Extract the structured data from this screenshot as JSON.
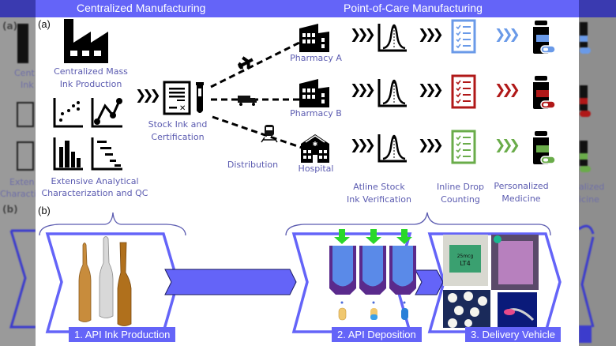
{
  "header": {
    "left_title": "Centralized Manufacturing",
    "right_title": "Point-of-Care Manufacturing"
  },
  "panel_a": {
    "label": "(a)",
    "centralized": {
      "factory_label": "Centralized Mass\nInk Production",
      "factory_line1": "Centralized Mass",
      "factory_line2": "Ink Production",
      "analytics_line1": "Extensive Analytical",
      "analytics_line2": "Characterization and QC",
      "stock_line1": "Stock Ink and",
      "stock_line2": "Certification",
      "distribution": "Distribution"
    },
    "sites": [
      {
        "name": "Pharmacy A",
        "transport": "airplane",
        "color": "#6a9ae8"
      },
      {
        "name": "Pharmacy B",
        "transport": "truck",
        "color": "#b01818"
      },
      {
        "name": "Hospital",
        "transport": "train",
        "color": "#6aac4a"
      }
    ],
    "steps": {
      "atline_line1": "Atline Stock",
      "atline_line2": "Ink Verification",
      "inline_line1": "Inline Drop",
      "inline_line2": "Counting",
      "personalized_line1": "Personalized",
      "personalized_line2": "Medicine"
    }
  },
  "panel_b": {
    "label": "(b)",
    "steps": [
      {
        "label": "1. API Ink Production"
      },
      {
        "label": "2. API Deposition"
      },
      {
        "label": "3. Delivery Vehicle"
      }
    ],
    "film_text_line1": "25mcg",
    "film_text_line2": "LT4"
  },
  "ghost": {
    "left_a": "(a)",
    "left_b": "(b)",
    "left_text1": "Cent",
    "left_text2": "Ink",
    "left_text3": "Exten",
    "left_text4": "Characti",
    "right_text1": "alized",
    "right_text2": "icine"
  },
  "colors": {
    "accent_blue": "#6464f8",
    "label_purple": "#5b5bb0",
    "pharmacy_a": "#6a9ae8",
    "pharmacy_b": "#b01818",
    "hospital": "#6aac4a"
  }
}
